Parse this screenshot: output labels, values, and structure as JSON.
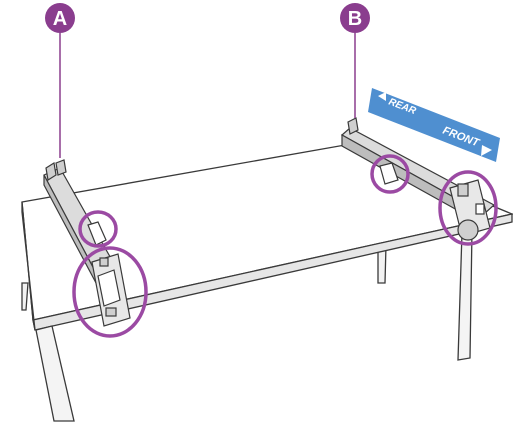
{
  "callouts": {
    "a": {
      "letter": "A"
    },
    "b": {
      "letter": "B"
    }
  },
  "direction_banner": {
    "rear_label": "REAR",
    "front_label": "FRONT"
  },
  "colors": {
    "callout_purple": "#8a3d8e",
    "highlight_ring": "#9b4aa3",
    "banner_blue": "#4f8fd0",
    "line": "#3a3a3a",
    "table_top": "#ffffff",
    "rail_gray": "#d9d9d9"
  },
  "icons": {
    "arrow_left": "rear-arrow-icon",
    "arrow_right": "front-arrow-icon"
  }
}
